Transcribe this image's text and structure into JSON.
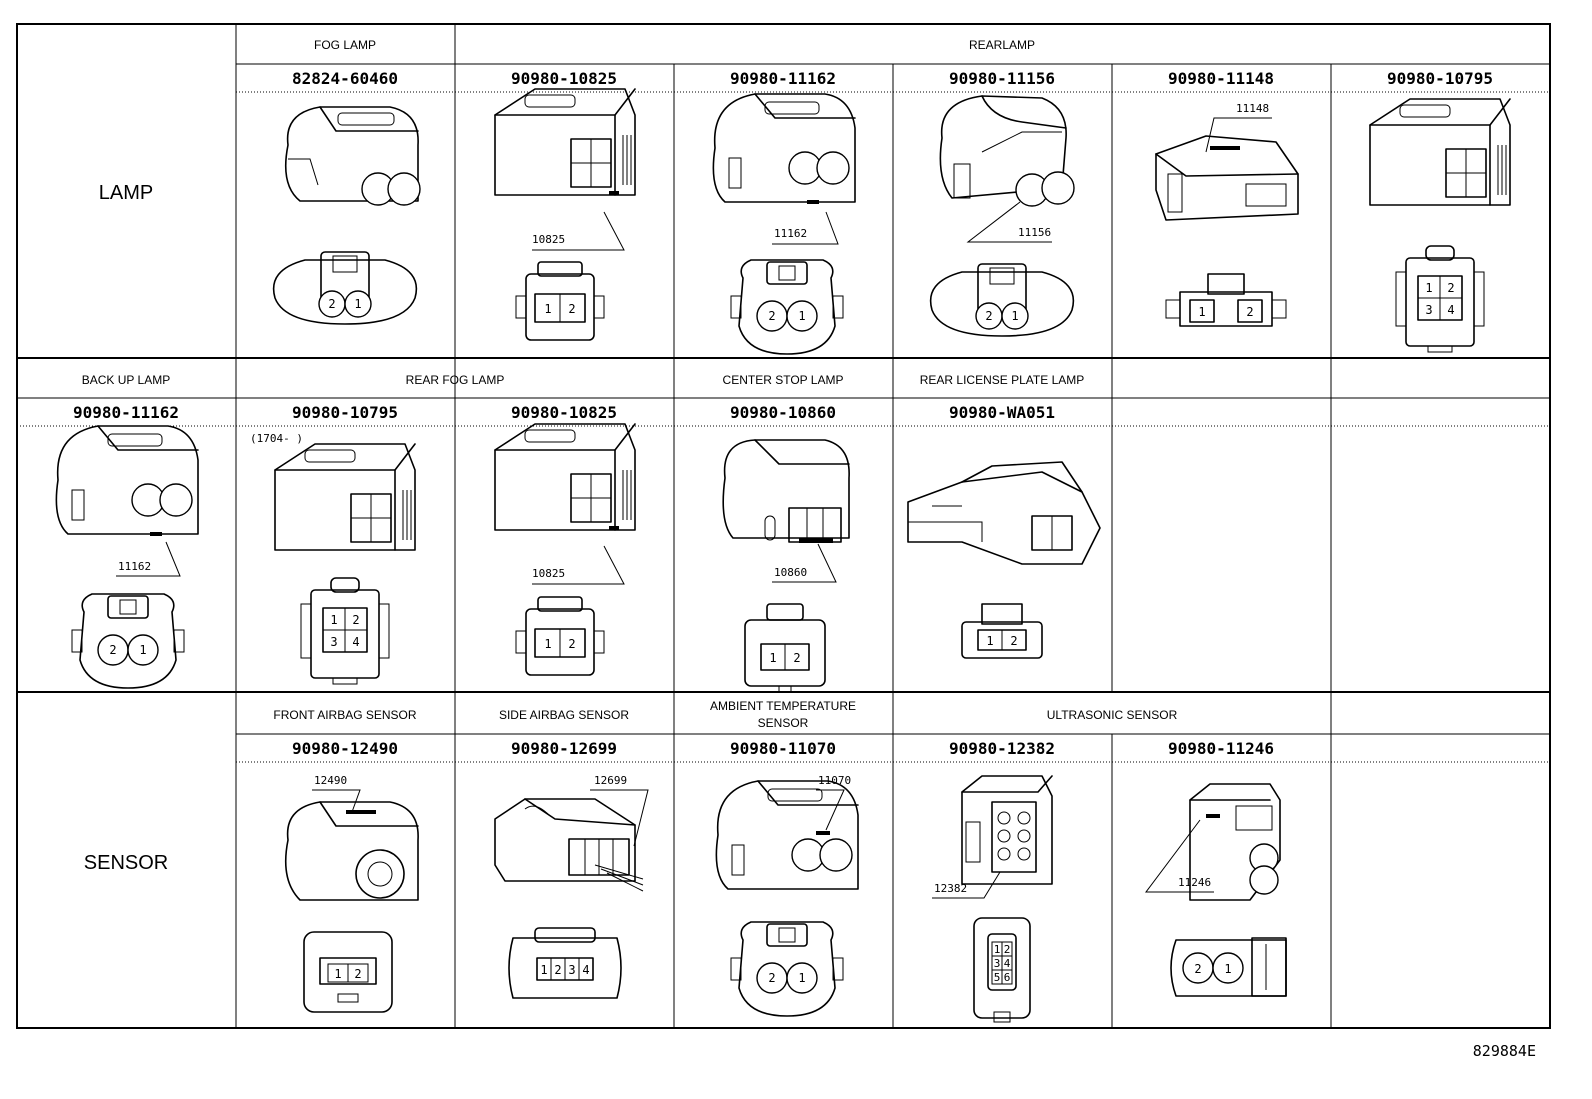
{
  "categories": {
    "lamp": "LAMP",
    "sensor": "SENSOR"
  },
  "sections": {
    "fog_lamp": "FOG LAMP",
    "rearlamp": "REARLAMP",
    "back_up_lamp": "BACK UP LAMP",
    "rear_fog_lamp": "REAR FOG LAMP",
    "center_stop_lamp": "CENTER STOP LAMP",
    "rear_license_plate_lamp": "REAR LICENSE PLATE LAMP",
    "front_airbag_sensor": "FRONT AIRBAG SENSOR",
    "side_airbag_sensor": "SIDE AIRBAG SENSOR",
    "ambient_temperature_sensor_line1": "AMBIENT TEMPERATURE",
    "ambient_temperature_sensor_line2": "SENSOR",
    "ultrasonic_sensor": "ULTRASONIC SENSOR"
  },
  "rows": [
    {
      "cells": [
        {
          "part": "82824-60460",
          "pins": [
            "2",
            "1"
          ]
        },
        {
          "part": "90980-10825",
          "callout": "10825",
          "pins": [
            "1",
            "2"
          ]
        },
        {
          "part": "90980-11162",
          "callout": "11162",
          "pins": [
            "2",
            "1"
          ]
        },
        {
          "part": "90980-11156",
          "callout": "11156",
          "pins": [
            "2",
            "1"
          ]
        },
        {
          "part": "90980-11148",
          "callout": "11148",
          "pins": [
            "1",
            "2"
          ]
        },
        {
          "part": "90980-10795",
          "pins": [
            "1",
            "2",
            "3",
            "4"
          ]
        }
      ]
    },
    {
      "cells": [
        {
          "part": "90980-11162",
          "callout": "11162",
          "pins": [
            "2",
            "1"
          ]
        },
        {
          "part": "90980-10795",
          "note": "(1704-    )",
          "pins": [
            "1",
            "2",
            "3",
            "4"
          ]
        },
        {
          "part": "90980-10825",
          "callout": "10825",
          "pins": [
            "1",
            "2"
          ]
        },
        {
          "part": "90980-10860",
          "callout": "10860",
          "pins": [
            "1",
            "2"
          ]
        },
        {
          "part": "90980-WA051",
          "pins": [
            "1",
            "2"
          ]
        }
      ]
    },
    {
      "cells": [
        {
          "part": "90980-12490",
          "callout": "12490",
          "pins": [
            "1",
            "2"
          ]
        },
        {
          "part": "90980-12699",
          "callout": "12699",
          "pins": [
            "1",
            "2",
            "3",
            "4"
          ]
        },
        {
          "part": "90980-11070",
          "callout": "11070",
          "pins": [
            "2",
            "1"
          ]
        },
        {
          "part": "90980-12382",
          "callout": "12382",
          "pins": [
            "1",
            "2",
            "3",
            "4",
            "5",
            "6"
          ]
        },
        {
          "part": "90980-11246",
          "callout": "11246",
          "pins": [
            "2",
            "1"
          ]
        }
      ]
    }
  ],
  "document_id": "829884E"
}
